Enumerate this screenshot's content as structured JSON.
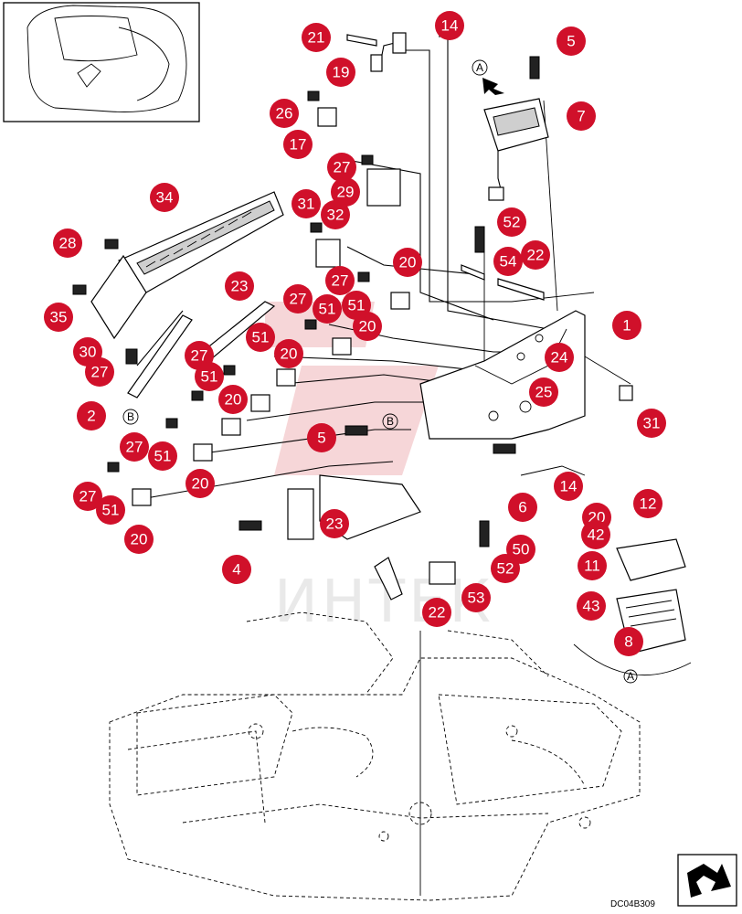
{
  "drawing_code": "DC04B309",
  "watermark_text": "ИНТЕК",
  "view_letters": {
    "a": "A",
    "b": "B"
  },
  "callouts": [
    "1",
    "2",
    "4",
    "5",
    "5",
    "6",
    "7",
    "8",
    "11",
    "12",
    "14",
    "14",
    "17",
    "19",
    "20",
    "20",
    "20",
    "20",
    "20",
    "20",
    "20",
    "21",
    "22",
    "22",
    "23",
    "23",
    "24",
    "25",
    "26",
    "27",
    "27",
    "27",
    "27",
    "27",
    "27",
    "27",
    "28",
    "29",
    "30",
    "31",
    "31",
    "32",
    "34",
    "35",
    "42",
    "43",
    "50",
    "51",
    "51",
    "51",
    "51",
    "51",
    "51",
    "52",
    "52",
    "53",
    "54"
  ],
  "colors": {
    "callout": "#d0102a",
    "watermark": "#f3c9cc"
  },
  "icons": {
    "thumbnail": "machine-cab-thumbnail-icon",
    "orientation": "orientation-arrow-icon"
  }
}
